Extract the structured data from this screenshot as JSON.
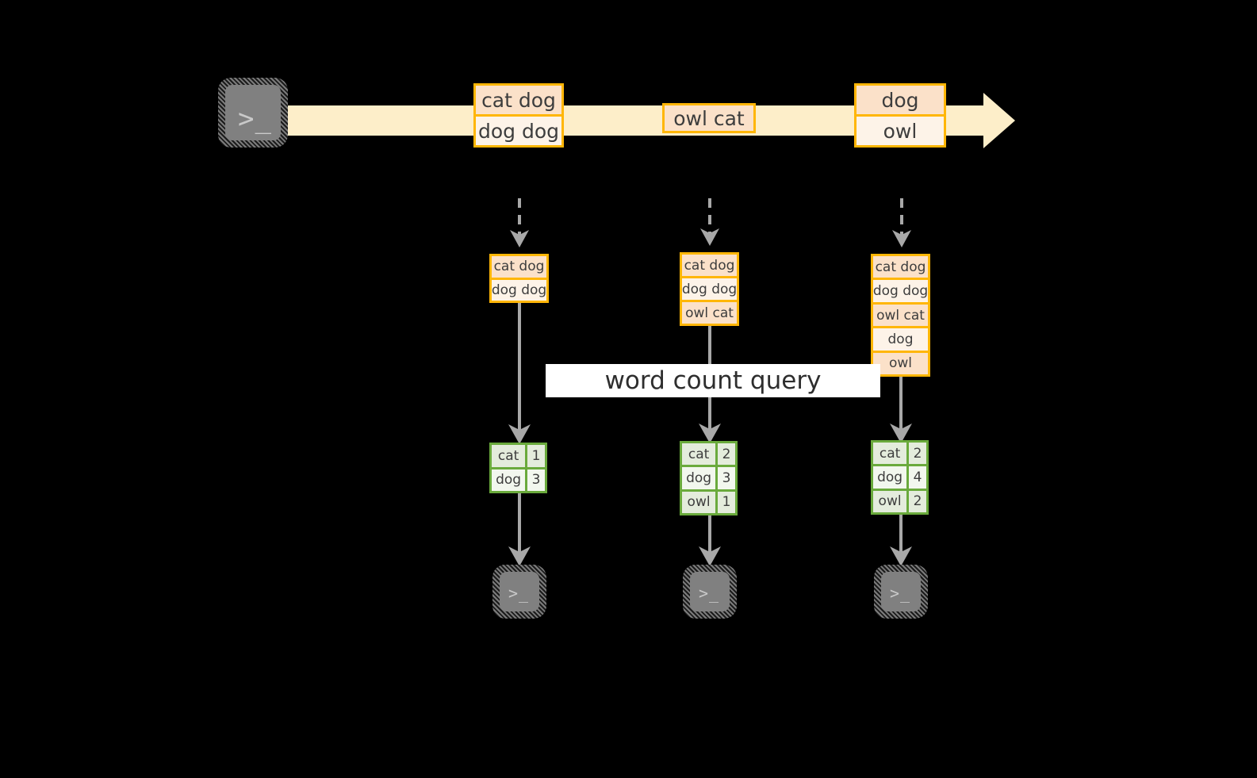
{
  "colors": {
    "background": "#000000",
    "stream_band": "#fdeec9",
    "event_border": "#ffb606",
    "event_fill_light": "#fdf3e8",
    "event_fill_shade": "#fbe1c9",
    "result_border": "#6aaa3c",
    "result_fill_light": "#f2f7ee",
    "result_fill_shade": "#e4ecdc",
    "terminal_fill": "#808080",
    "connector": "#a8a8a8",
    "label_background": "#ffffff"
  },
  "source": {
    "icon": "terminal-prompt-icon",
    "prompt": ">_"
  },
  "stream": {
    "events": [
      {
        "name": "event-group-1",
        "lines": [
          "cat dog",
          "dog dog"
        ]
      },
      {
        "name": "event-group-2",
        "lines": [
          "owl cat"
        ]
      },
      {
        "name": "event-group-3",
        "lines": [
          "dog",
          "owl"
        ]
      }
    ]
  },
  "query": {
    "label": "word count query"
  },
  "pipelines": [
    {
      "name": "pipeline-1",
      "buffer": [
        "cat dog",
        "dog dog"
      ],
      "result": {
        "rows": [
          {
            "word": "cat",
            "count": "1"
          },
          {
            "word": "dog",
            "count": "3"
          }
        ]
      },
      "sink": {
        "icon": "terminal-prompt-icon",
        "prompt": ">_"
      }
    },
    {
      "name": "pipeline-2",
      "buffer": [
        "cat dog",
        "dog dog",
        "owl cat"
      ],
      "result": {
        "rows": [
          {
            "word": "cat",
            "count": "2"
          },
          {
            "word": "dog",
            "count": "3"
          },
          {
            "word": "owl",
            "count": "1"
          }
        ]
      },
      "sink": {
        "icon": "terminal-prompt-icon",
        "prompt": ">_"
      }
    },
    {
      "name": "pipeline-3",
      "buffer": [
        "cat dog",
        "dog dog",
        "owl cat",
        "dog",
        "owl"
      ],
      "result": {
        "rows": [
          {
            "word": "cat",
            "count": "2"
          },
          {
            "word": "dog",
            "count": "4"
          },
          {
            "word": "owl",
            "count": "2"
          }
        ]
      },
      "sink": {
        "icon": "terminal-prompt-icon",
        "prompt": ">_"
      }
    }
  ]
}
